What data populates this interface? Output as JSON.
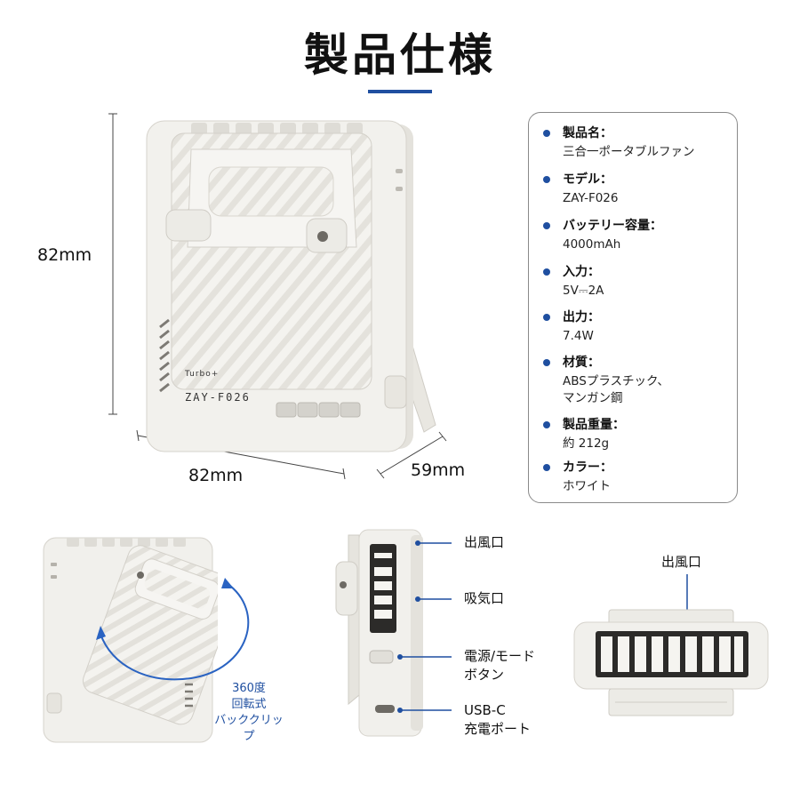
{
  "title": "製品仕様",
  "dimensions": {
    "height": "82mm",
    "width": "82mm",
    "depth": "59mm"
  },
  "device_label": {
    "brand": "Turbo+",
    "model": "ZAY-F026"
  },
  "specs": [
    {
      "label": "製品名：",
      "value": "三合一ポータブルファン"
    },
    {
      "label": "モデル：",
      "value": "ZAY-F026"
    },
    {
      "label": "バッテリー容量：",
      "value": "4000mAh"
    },
    {
      "label": "入力：",
      "value": "5V⎓2A"
    },
    {
      "label": "出力：",
      "value": "7.4W"
    },
    {
      "label": "材質：",
      "value": "ABSプラスチック、\nマンガン鋼"
    },
    {
      "label": "製品重量：",
      "value": "約 212g"
    },
    {
      "label": "カラー：",
      "value": "ホワイト"
    }
  ],
  "clip_note": "360度\n回転式\nバッククリップ",
  "side_callouts": {
    "outlet": "出風口",
    "intake": "吸気口",
    "button": "電源/モード\nボタン",
    "port": "USB-C\n充電ポート"
  },
  "top_callout": "出風口",
  "colors": {
    "accent": "#1f4fa0",
    "device_body": "#f1f0ec",
    "device_shadow": "#d9d7d1"
  }
}
